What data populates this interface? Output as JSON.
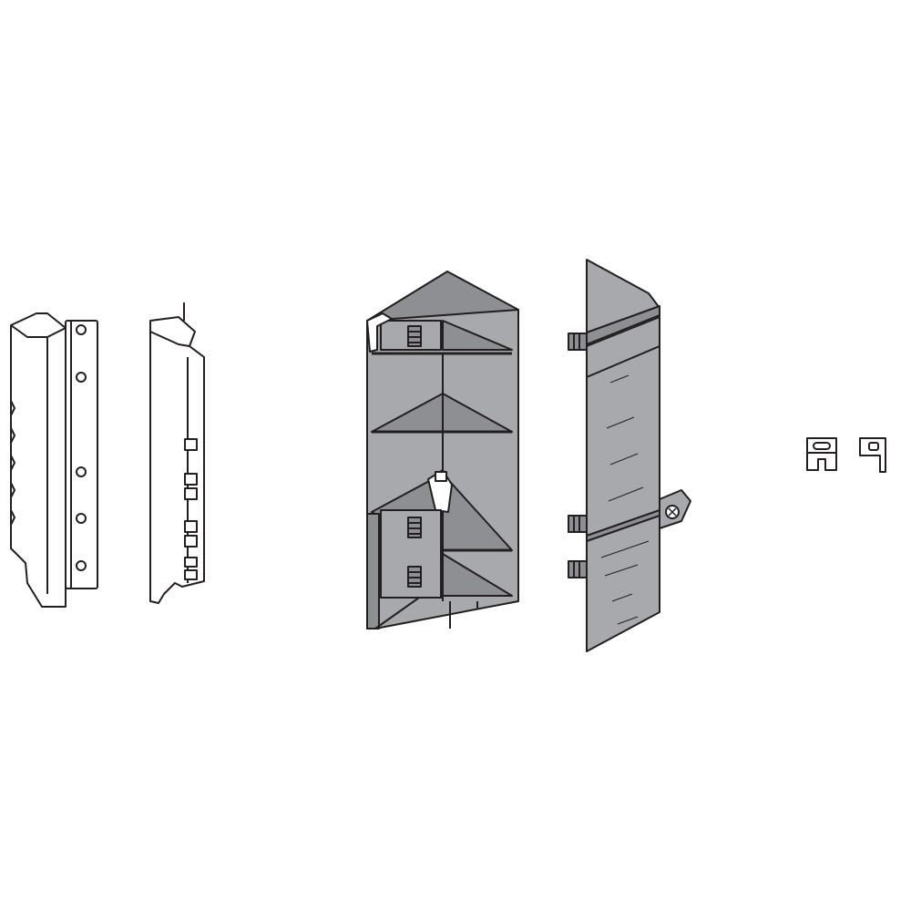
{
  "figure": {
    "background": "#ffffff",
    "colors": {
      "outline": "#231f20",
      "part_fill_light": "#ffffff",
      "part_fill_grey": "#a7a9ac",
      "part_fill_dark": "#8d8f92"
    },
    "parts": [
      {
        "name": "back-bracket-side-view",
        "icon": "bracket-with-holes"
      },
      {
        "name": "back-bracket-profile",
        "icon": "bracket-profile"
      },
      {
        "name": "corner-adapter-open",
        "icon": "corner-adapter-interior"
      },
      {
        "name": "corner-adapter-panel",
        "icon": "corner-adapter-with-dowels"
      },
      {
        "name": "clip-small-front",
        "icon": "clip-front"
      },
      {
        "name": "clip-small-side",
        "icon": "clip-side"
      }
    ]
  }
}
